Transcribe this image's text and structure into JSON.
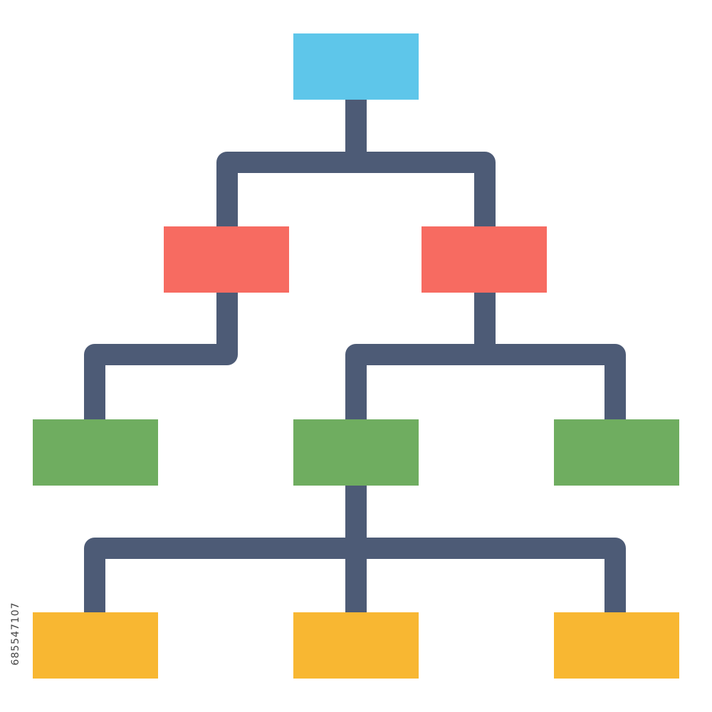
{
  "diagram": {
    "colors": {
      "connector": "#4d5b76",
      "level_1": "#5ec6ea",
      "level_2": "#f76b61",
      "level_3": "#6fad60",
      "level_4": "#f8b732",
      "background": "#ffffff"
    },
    "nodes": [
      {
        "id": "root",
        "level": 1
      },
      {
        "id": "mid-left",
        "level": 2
      },
      {
        "id": "mid-right",
        "level": 2
      },
      {
        "id": "lower-left",
        "level": 3
      },
      {
        "id": "lower-center",
        "level": 3
      },
      {
        "id": "lower-right",
        "level": 3
      },
      {
        "id": "bottom-left",
        "level": 4
      },
      {
        "id": "bottom-center",
        "level": 4
      },
      {
        "id": "bottom-right",
        "level": 4
      }
    ],
    "edges": [
      [
        "root",
        "mid-left"
      ],
      [
        "root",
        "mid-right"
      ],
      [
        "mid-left",
        "lower-left"
      ],
      [
        "mid-right",
        "lower-center"
      ],
      [
        "mid-right",
        "lower-right"
      ],
      [
        "lower-center",
        "bottom-left"
      ],
      [
        "lower-center",
        "bottom-center"
      ],
      [
        "lower-center",
        "bottom-right"
      ]
    ]
  },
  "stock_id": "685547107"
}
